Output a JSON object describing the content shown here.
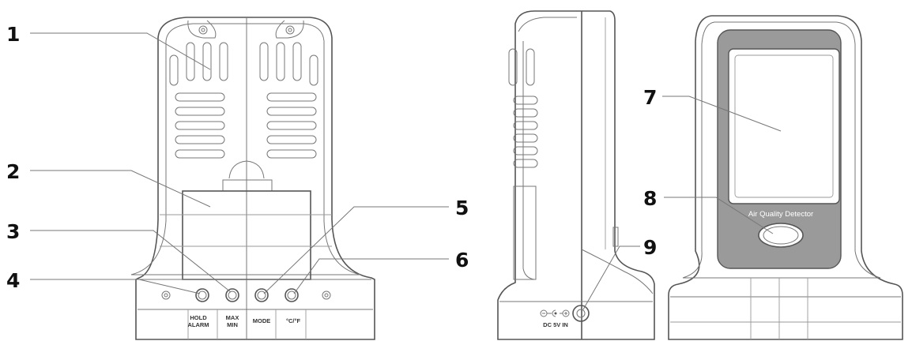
{
  "views": {
    "back": {
      "buttons": {
        "hold_alarm": [
          "HOLD",
          "ALARM"
        ],
        "max_min": [
          "MAX",
          "MIN"
        ],
        "mode": "MODE",
        "unit": "°C/°F"
      }
    },
    "side": {
      "dc_label": "DC 5V IN"
    },
    "front": {
      "screen_title": "Air Quality Detector"
    }
  },
  "callouts": [
    "1",
    "2",
    "3",
    "4",
    "5",
    "6",
    "7",
    "8",
    "9"
  ],
  "colors": {
    "line": "#555555",
    "screen_bezel": "#9a9a9a",
    "screen": "#ffffff",
    "callout_text": "#111111"
  },
  "icons": [
    "screw-icon",
    "dc-polarity-icon"
  ]
}
